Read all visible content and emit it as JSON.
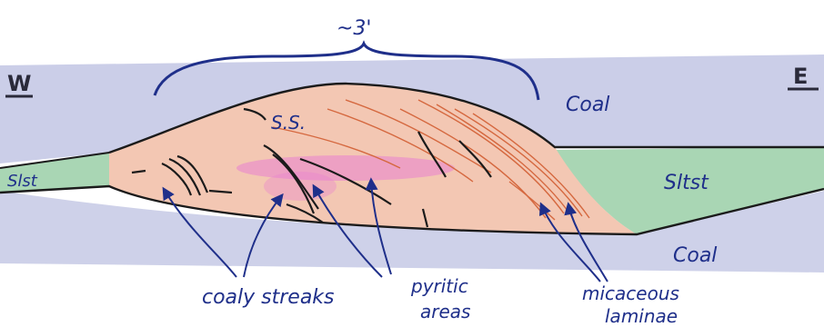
{
  "compass": {
    "west": "W",
    "east": "E"
  },
  "scale": {
    "label": "~3'"
  },
  "labels": {
    "sandstone": "S.S.",
    "coal_upper": "Coal",
    "coal_lower": "Coal",
    "siltstone_left": "Slst",
    "siltstone_right": "Sltst"
  },
  "annotations": {
    "coaly_streaks": "coaly streaks",
    "pyritic_line1": "pyritic",
    "pyritic_line2": "areas",
    "micaceous_line1": "micaceous",
    "micaceous_line2": "laminae"
  },
  "colors": {
    "coal": "#b9bde0",
    "siltstone": "#a9d6b4",
    "sandstone": "#f3c7b3",
    "pyritic": "#e77fd0",
    "laminae": "#d5683f",
    "streaks": "#1b1b1b",
    "ink_blue": "#1f2f8a"
  }
}
